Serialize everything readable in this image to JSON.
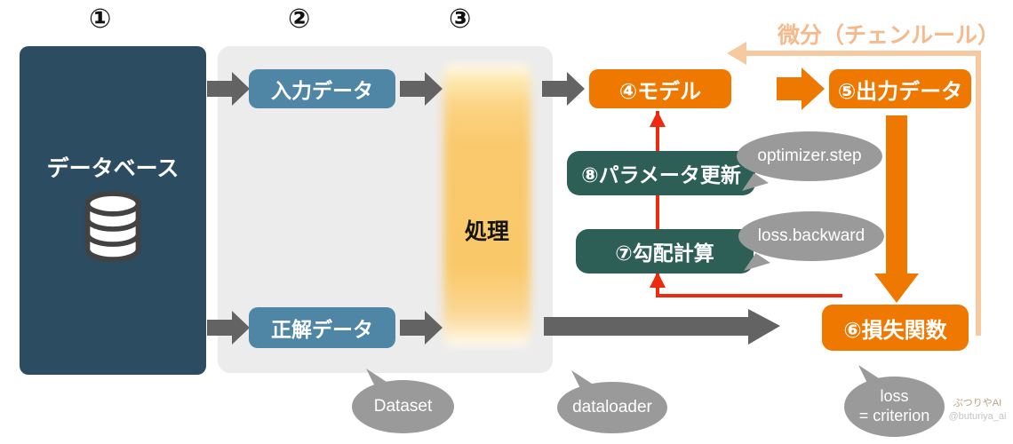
{
  "steps": {
    "n1": "①",
    "n2": "②",
    "n3": "③"
  },
  "boxes": {
    "database": "データベース",
    "input": "入力データ",
    "target": "正解データ",
    "process": "処理",
    "model": "④モデル",
    "output": "⑤出力データ",
    "loss": "⑥損失関数",
    "grad": "⑦勾配計算",
    "param": "⑧パラメータ更新"
  },
  "annotations": {
    "chain_rule": "微分（チェンルール）"
  },
  "bubbles": {
    "dataset": "Dataset",
    "dataloader": "dataloader",
    "optimizer_step": "optimizer.step",
    "loss_backward": "loss.backward",
    "criterion_line1": "loss",
    "criterion_line2": "= criterion"
  },
  "watermark": {
    "name": "ぶつりやAI",
    "handle": "@buturiya_ai"
  },
  "colors": {
    "navy": "#2b4c61",
    "steel_blue": "#4f86a5",
    "orange": "#ee7800",
    "teal": "#2e5f57",
    "panel_gray": "#ececec",
    "arrow_gray": "#636363",
    "bubble_gray": "#9a9a9a",
    "red": "#ee2b0c",
    "peach": "#f7c9a0",
    "chain_rule_text": "#f6b98a",
    "process_gold": "#f9c868"
  }
}
